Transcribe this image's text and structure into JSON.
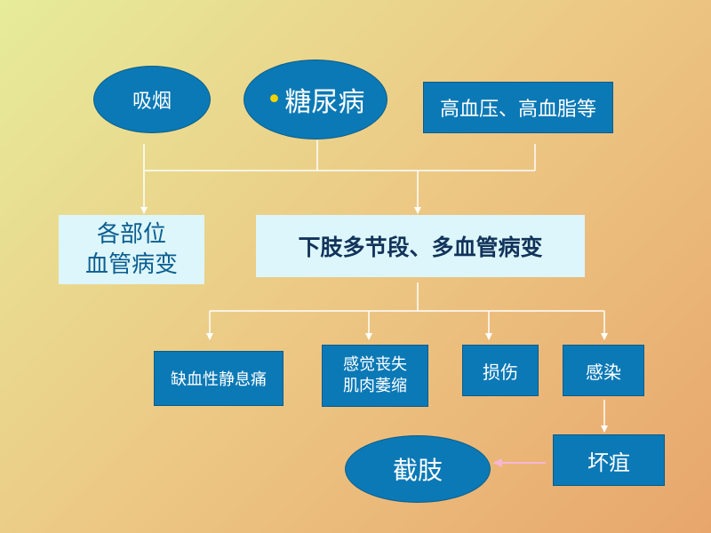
{
  "nodes": {
    "smoking": "吸烟",
    "diabetes": "糖尿病",
    "hypertension": "高血压、高血脂等",
    "multi_site": "各部位\n血管病变",
    "lower_limb": "下肢多节段、多血管病变",
    "ischemic_pain": "缺血性静息痛",
    "sensory_loss": "感觉丧失\n肌肉萎缩",
    "injury": "损伤",
    "infection": "感染",
    "gangrene": "坏疽",
    "amputation": "截肢"
  },
  "colors": {
    "node_fill": "#0b79b6",
    "light_fill": "#dcf6fb",
    "text_dark": "#0b5d90",
    "connector": "#ffffff",
    "amputation_arrow": "#f5b8d4",
    "bullet": "#f5d300"
  }
}
